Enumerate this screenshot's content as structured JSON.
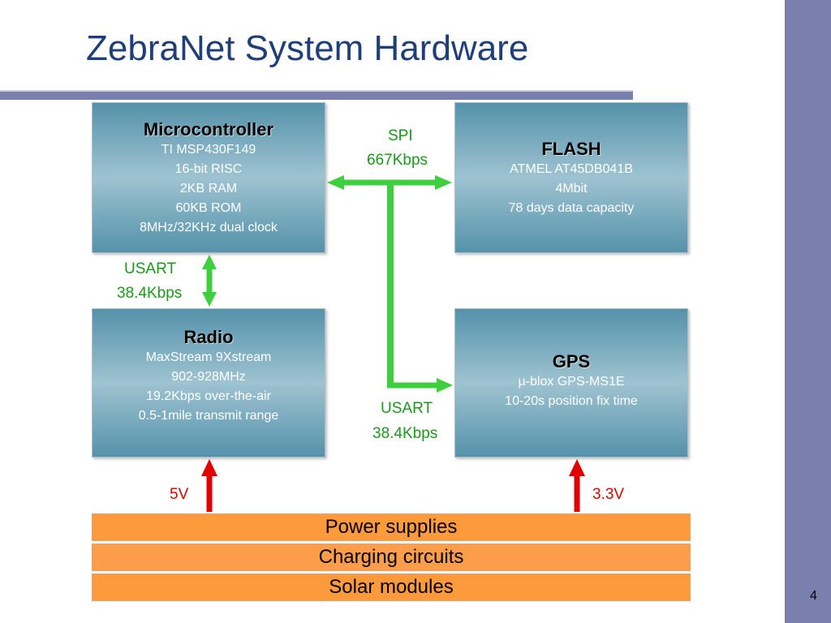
{
  "slide": {
    "title": "ZebraNet System Hardware",
    "page_number": "4"
  },
  "blocks": {
    "microcontroller": {
      "heading": "Microcontroller",
      "lines": [
        "TI MSP430F149",
        "16-bit RISC",
        "2KB RAM",
        "60KB ROM",
        "8MHz/32KHz dual clock"
      ]
    },
    "flash": {
      "heading": "FLASH",
      "lines": [
        "ATMEL AT45DB041B",
        "4Mbit",
        "78 days data capacity"
      ]
    },
    "radio": {
      "heading": "Radio",
      "lines": [
        "MaxStream 9Xstream",
        "902-928MHz",
        "19.2Kbps over-the-air",
        "0.5-1mile transmit range"
      ]
    },
    "gps": {
      "heading": "GPS",
      "lines": [
        "µ-blox GPS-MS1E",
        "10-20s position fix time"
      ]
    }
  },
  "links": {
    "spi": {
      "name": "SPI",
      "rate": "667Kbps"
    },
    "usart_radio": {
      "name": "USART",
      "rate": "38.4Kbps"
    },
    "usart_gps": {
      "name": "USART",
      "rate": "38.4Kbps"
    }
  },
  "power": {
    "radio_voltage": "5V",
    "gps_voltage": "3.3V",
    "layers": [
      "Power supplies",
      "Charging circuits",
      "Solar modules"
    ]
  },
  "colors": {
    "link_green": "#3ecf3e",
    "power_red": "#e00000",
    "bar_orange": "#fd9a3c",
    "sidebar": "#7b7fae",
    "title_blue": "#1f3f79"
  }
}
